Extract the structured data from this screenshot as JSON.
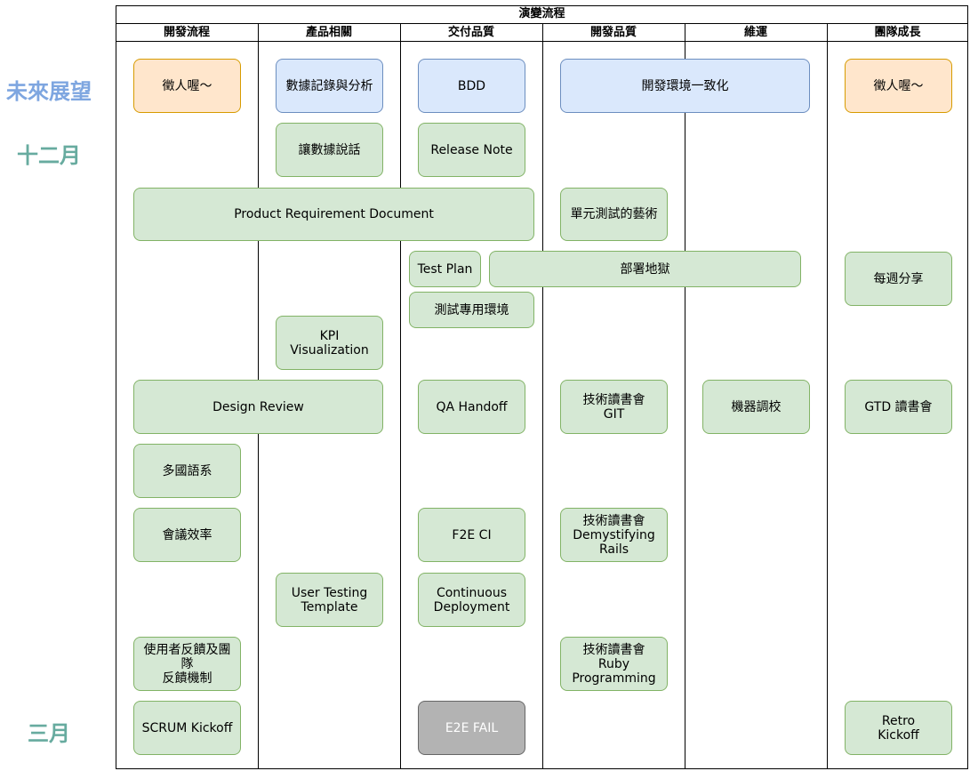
{
  "title": "演變流程",
  "columns": [
    "開發流程",
    "產品相關",
    "交付品質",
    "開發品質",
    "維運",
    "團隊成長"
  ],
  "row_labels": {
    "future": "未來展望",
    "december": "十二月",
    "march": "三月"
  },
  "colors": {
    "future_label": "#7ea6e0",
    "month_label": "#67ab9f",
    "green_fill": "#d5e8d4",
    "blue_fill": "#dae8fc",
    "orange_fill": "#ffe6cc",
    "gray_fill": "#b3b3b3"
  },
  "cards": {
    "recruit_1": "徵人喔～",
    "data_analysis": "數據記錄與分析",
    "bdd": "BDD",
    "dev_env": "開發環境一致化",
    "recruit_2": "徵人喔～",
    "data_speak": "讓數據說話",
    "release_note": "Release Note",
    "prd": "Product Requirement Document",
    "unit_test": "單元測試的藝術",
    "test_plan": "Test Plan",
    "deploy_hell": "部署地獄",
    "weekly_share": "每週分享",
    "test_env": "測試專用環境",
    "kpi": "KPI\nVisualization",
    "design_review": "Design Review",
    "qa_handoff": "QA Handoff",
    "book_git": "技術讀書會\nGIT",
    "machine_tuning": "機器調校",
    "gtd": "GTD 讀書會",
    "i18n": "多國語系",
    "meeting": "會議效率",
    "f2e_ci": "F2E CI",
    "book_rails": "技術讀書會\nDemystifying\nRails",
    "user_testing": "User Testing\nTemplate",
    "cd": "Continuous\nDeployment",
    "feedback": "使用者反饋及團隊\n反饋機制",
    "book_ruby": "技術讀書會\nRuby\nProgramming",
    "scrum": "SCRUM Kickoff",
    "e2e": "E2E FAIL",
    "retro": "Retro\nKickoff"
  }
}
